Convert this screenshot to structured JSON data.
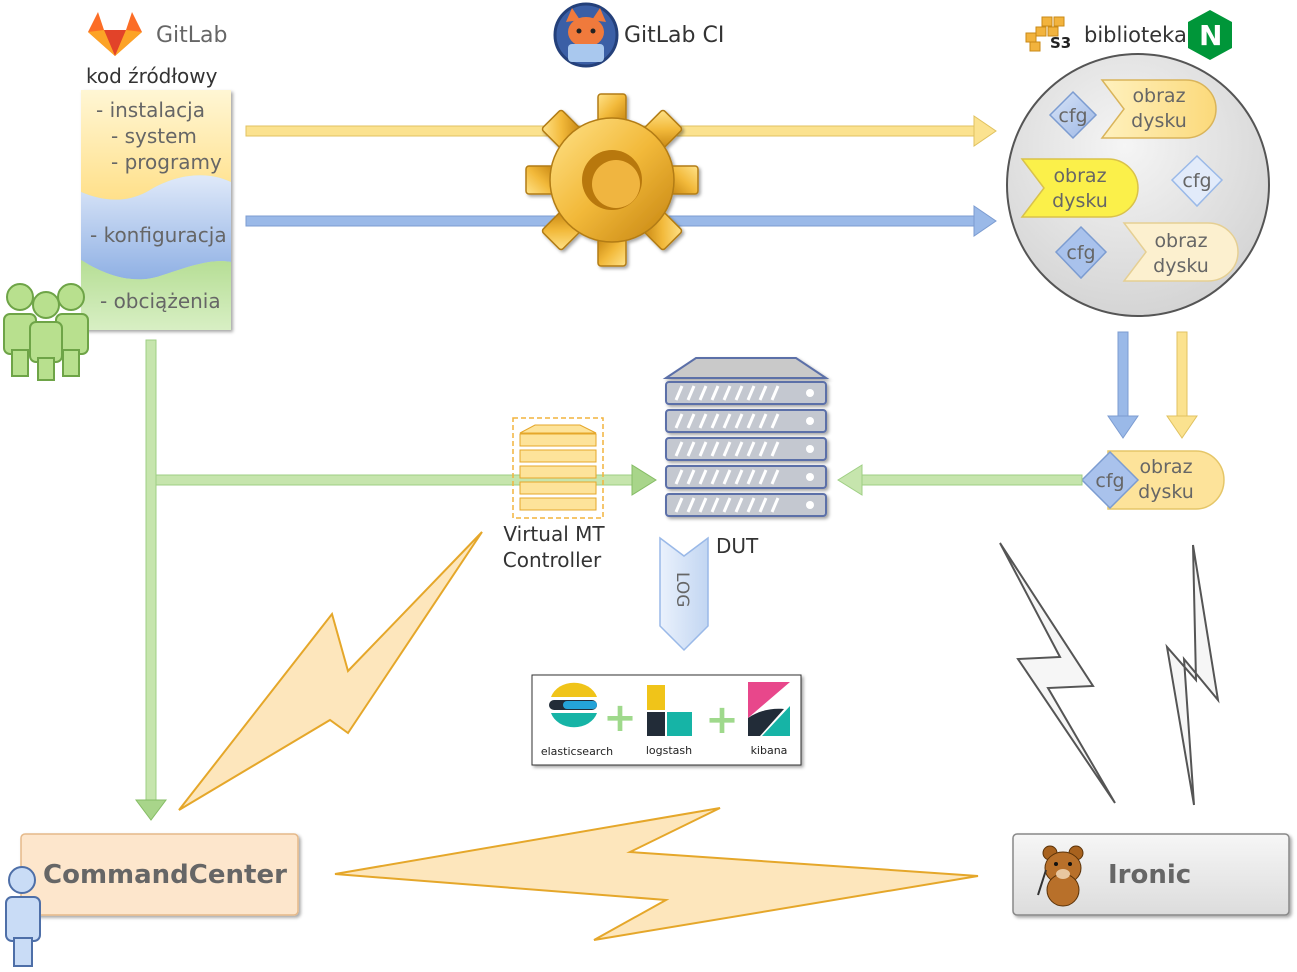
{
  "header": {
    "gitlab_label": "GitLab",
    "gitlab_ci_label": "GitLab CI",
    "s3_label": "S3",
    "library_label": "biblioteka",
    "nginx_letter": "N"
  },
  "source_code": {
    "title": "kod źródłowy",
    "items": [
      "- instalacja",
      "- system",
      "- programy",
      "- konfiguracja",
      "- obciążenia"
    ]
  },
  "library": {
    "cfg_label": "cfg",
    "image_line1": "obraz",
    "image_line2": "dysku"
  },
  "dut": {
    "label": "DUT",
    "log_label": "LOG"
  },
  "vmt": {
    "line1": "Virtual MT",
    "line2": "Controller"
  },
  "elk": {
    "elasticsearch": "elasticsearch",
    "logstash": "logstash",
    "kibana": "kibana",
    "plus": "+"
  },
  "command_center": {
    "label": "CommandCenter"
  },
  "ironic": {
    "label": "Ironic"
  },
  "colors": {
    "yellow": "#fbe28f",
    "blue": "#9ab9e8",
    "green": "#a8d58a",
    "green_line": "#9fcf84",
    "orange_bolt": "#fcdca9",
    "command_bg": "#fde6cc"
  }
}
